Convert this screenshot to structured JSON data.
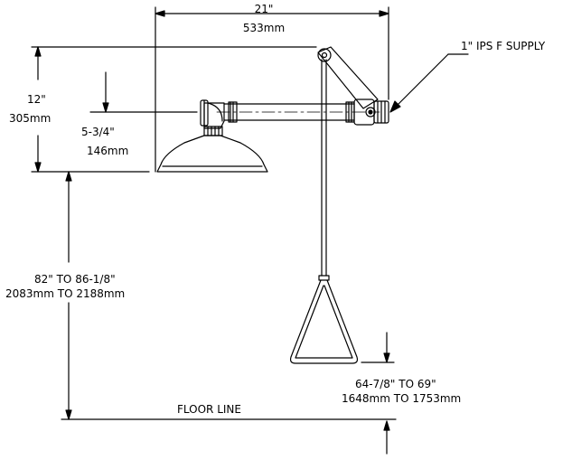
{
  "dimensions": {
    "width_in": "21\"",
    "width_mm": "533mm",
    "supply": "1\" IPS F SUPPLY",
    "head_height_in": "12\"",
    "head_height_mm": "305mm",
    "head_depth_in": "5-3/4\"",
    "head_depth_mm": "146mm",
    "head_mount_in": "82\" TO 86-1/8\"",
    "head_mount_mm": "2083mm TO 2188mm",
    "handle_in": "64-7/8\" TO 69\"",
    "handle_mm": "1648mm TO 1753mm",
    "floor": "FLOOR LINE"
  },
  "colors": {
    "line": "#000000",
    "background": "#ffffff"
  }
}
